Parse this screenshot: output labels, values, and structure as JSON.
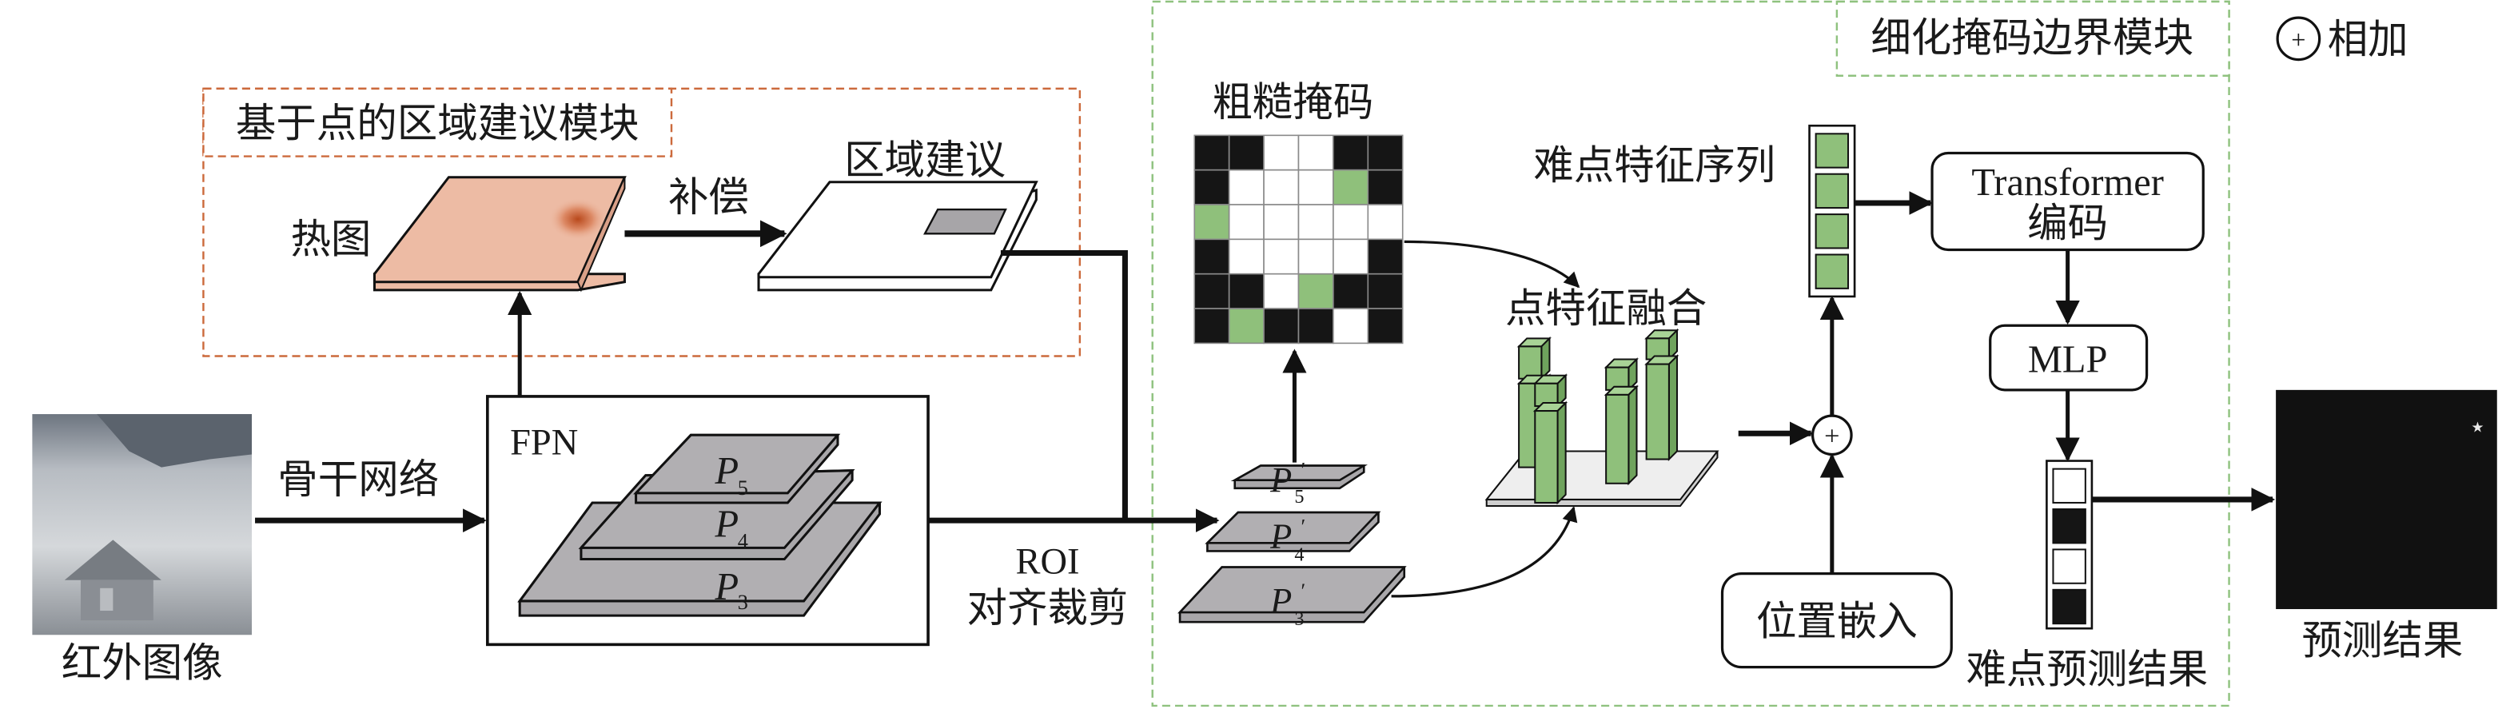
{
  "colors": {
    "orange_dash": "#cc6a3c",
    "green_dash": "#8fc27f",
    "green_cell": "#8fc07b",
    "dark_cell": "#151515",
    "heatmap": "#edbba4",
    "gray_layer": "#aaa8ab",
    "line": "#111111"
  },
  "legend": {
    "symbol": "+",
    "label": "相加"
  },
  "input": {
    "label": "红外图像",
    "icon": "infrared-image"
  },
  "backbone_label": "骨干网络",
  "fpn": {
    "title": "FPN",
    "layers": [
      {
        "base": "P",
        "sub": "5"
      },
      {
        "base": "P",
        "sub": "4"
      },
      {
        "base": "P",
        "sub": "3"
      }
    ]
  },
  "region_module": {
    "title": "基于点的区域建议模块",
    "heatmap_label": "热图",
    "compensate_label": "补偿",
    "proposal_label": "区域建议"
  },
  "roi": {
    "line1": "ROI",
    "line2": "对齐裁剪"
  },
  "refine_module": {
    "title": "细化掩码边界模块",
    "coarse_mask_label": "粗糙掩码",
    "coarse_mask_grid": [
      [
        "B",
        "B",
        "W",
        "W",
        "B",
        "B"
      ],
      [
        "B",
        "W",
        "W",
        "W",
        "G",
        "B"
      ],
      [
        "G",
        "W",
        "W",
        "W",
        "W",
        "W"
      ],
      [
        "B",
        "W",
        "W",
        "W",
        "W",
        "B"
      ],
      [
        "B",
        "B",
        "W",
        "G",
        "B",
        "B"
      ],
      [
        "B",
        "G",
        "B",
        "B",
        "W",
        "B"
      ]
    ],
    "roi_layers": [
      {
        "base": "P",
        "sub": "5",
        "prime": "′"
      },
      {
        "base": "P",
        "sub": "4",
        "prime": "′"
      },
      {
        "base": "P",
        "sub": "3",
        "prime": "′"
      }
    ],
    "point_fusion_label": "点特征融合",
    "hard_feature_label": "难点特征序列",
    "hard_feature_cells": [
      "G",
      "G",
      "G",
      "G"
    ],
    "position_embed_label": "位置嵌入",
    "transformer_line1": "Transformer",
    "transformer_line2": "编码",
    "mlp_label": "MLP",
    "hard_pred_label": "难点预测结果",
    "hard_pred_cells": [
      "W",
      "B",
      "W",
      "B"
    ]
  },
  "output": {
    "label": "预测结果"
  }
}
